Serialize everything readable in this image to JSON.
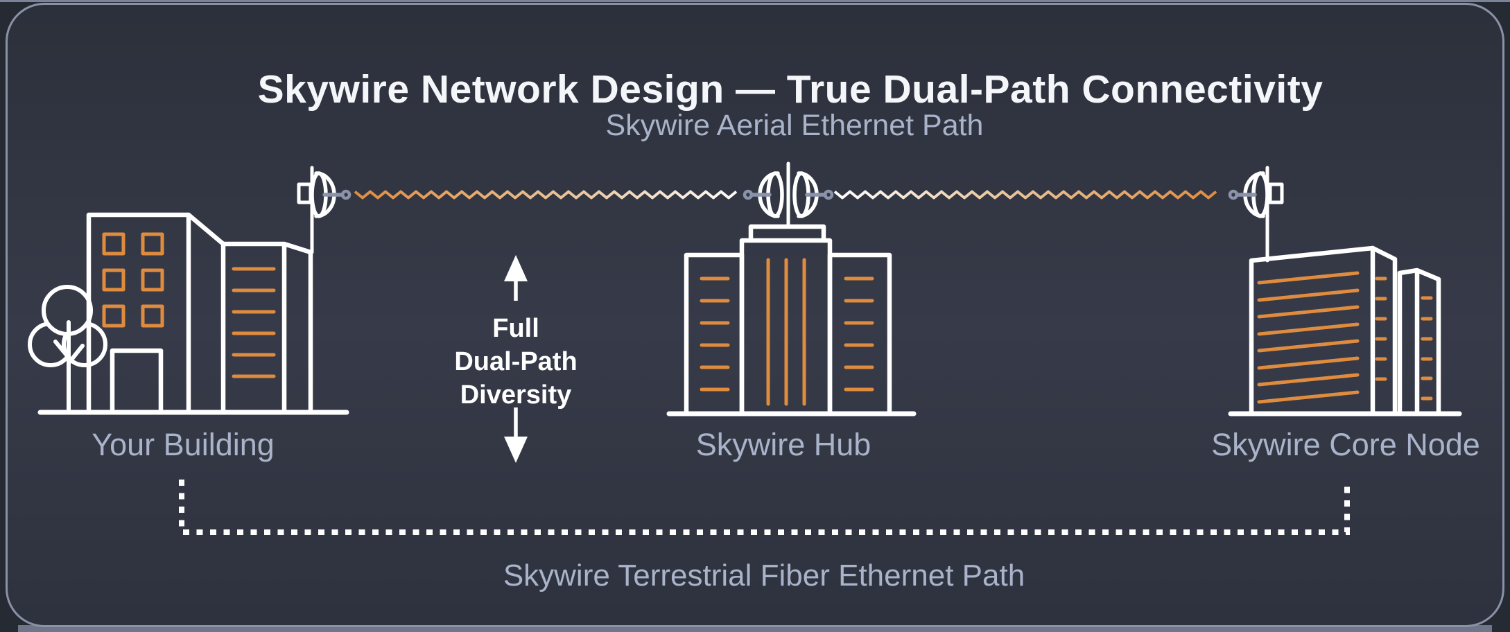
{
  "title": "Skywire Network Design — True Dual-Path Connectivity",
  "paths": {
    "aerial": {
      "label": "Skywire Aerial Ethernet Path"
    },
    "terrestrial": {
      "label": "Skywire Terrestrial Fiber Ethernet Path"
    }
  },
  "annotation": {
    "lines": [
      "Full",
      "Dual-Path",
      "Diversity"
    ]
  },
  "nodes": {
    "building": {
      "label": "Your Building"
    },
    "hub": {
      "label": "Skywire Hub"
    },
    "core": {
      "label": "Skywire Core Node"
    }
  },
  "colors": {
    "accent_orange": "#e08c3f",
    "wave_orange": "#e08c3e",
    "line_white": "#ffffff",
    "label_text": "#a9b3c9",
    "title_text": "#f4f6f9",
    "card_border": "#8a92a6",
    "feed_arm_gray": "#8b93ab",
    "background_top": "#2c303b",
    "background_mid": "#373b49",
    "background_bottom": "#2e323e"
  }
}
